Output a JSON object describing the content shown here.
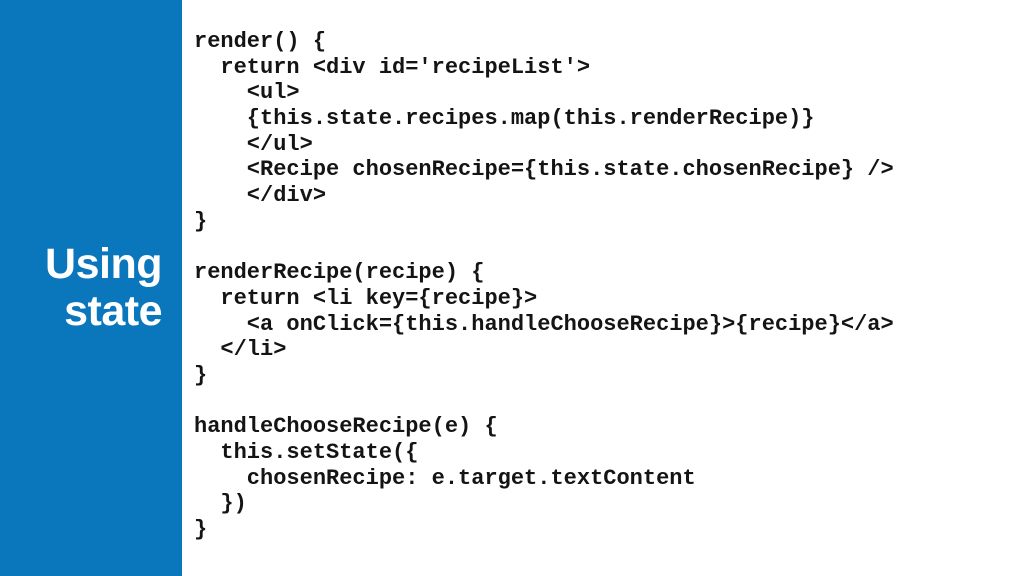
{
  "slide": {
    "accent_color": "#0a76bc",
    "title_lines": [
      "Using",
      "state"
    ]
  },
  "code": {
    "lines": [
      "render() {",
      "  return <div id='recipeList'>",
      "    <ul>",
      "    {this.state.recipes.map(this.renderRecipe)}",
      "    </ul>",
      "    <Recipe chosenRecipe={this.state.chosenRecipe} />",
      "    </div>",
      "}",
      "",
      "renderRecipe(recipe) {",
      "  return <li key={recipe}>",
      "    <a onClick={this.handleChooseRecipe}>{recipe}</a>",
      "  </li>",
      "}",
      "",
      "handleChooseRecipe(e) {",
      "  this.setState({",
      "    chosenRecipe: e.target.textContent",
      "  })",
      "}"
    ]
  }
}
